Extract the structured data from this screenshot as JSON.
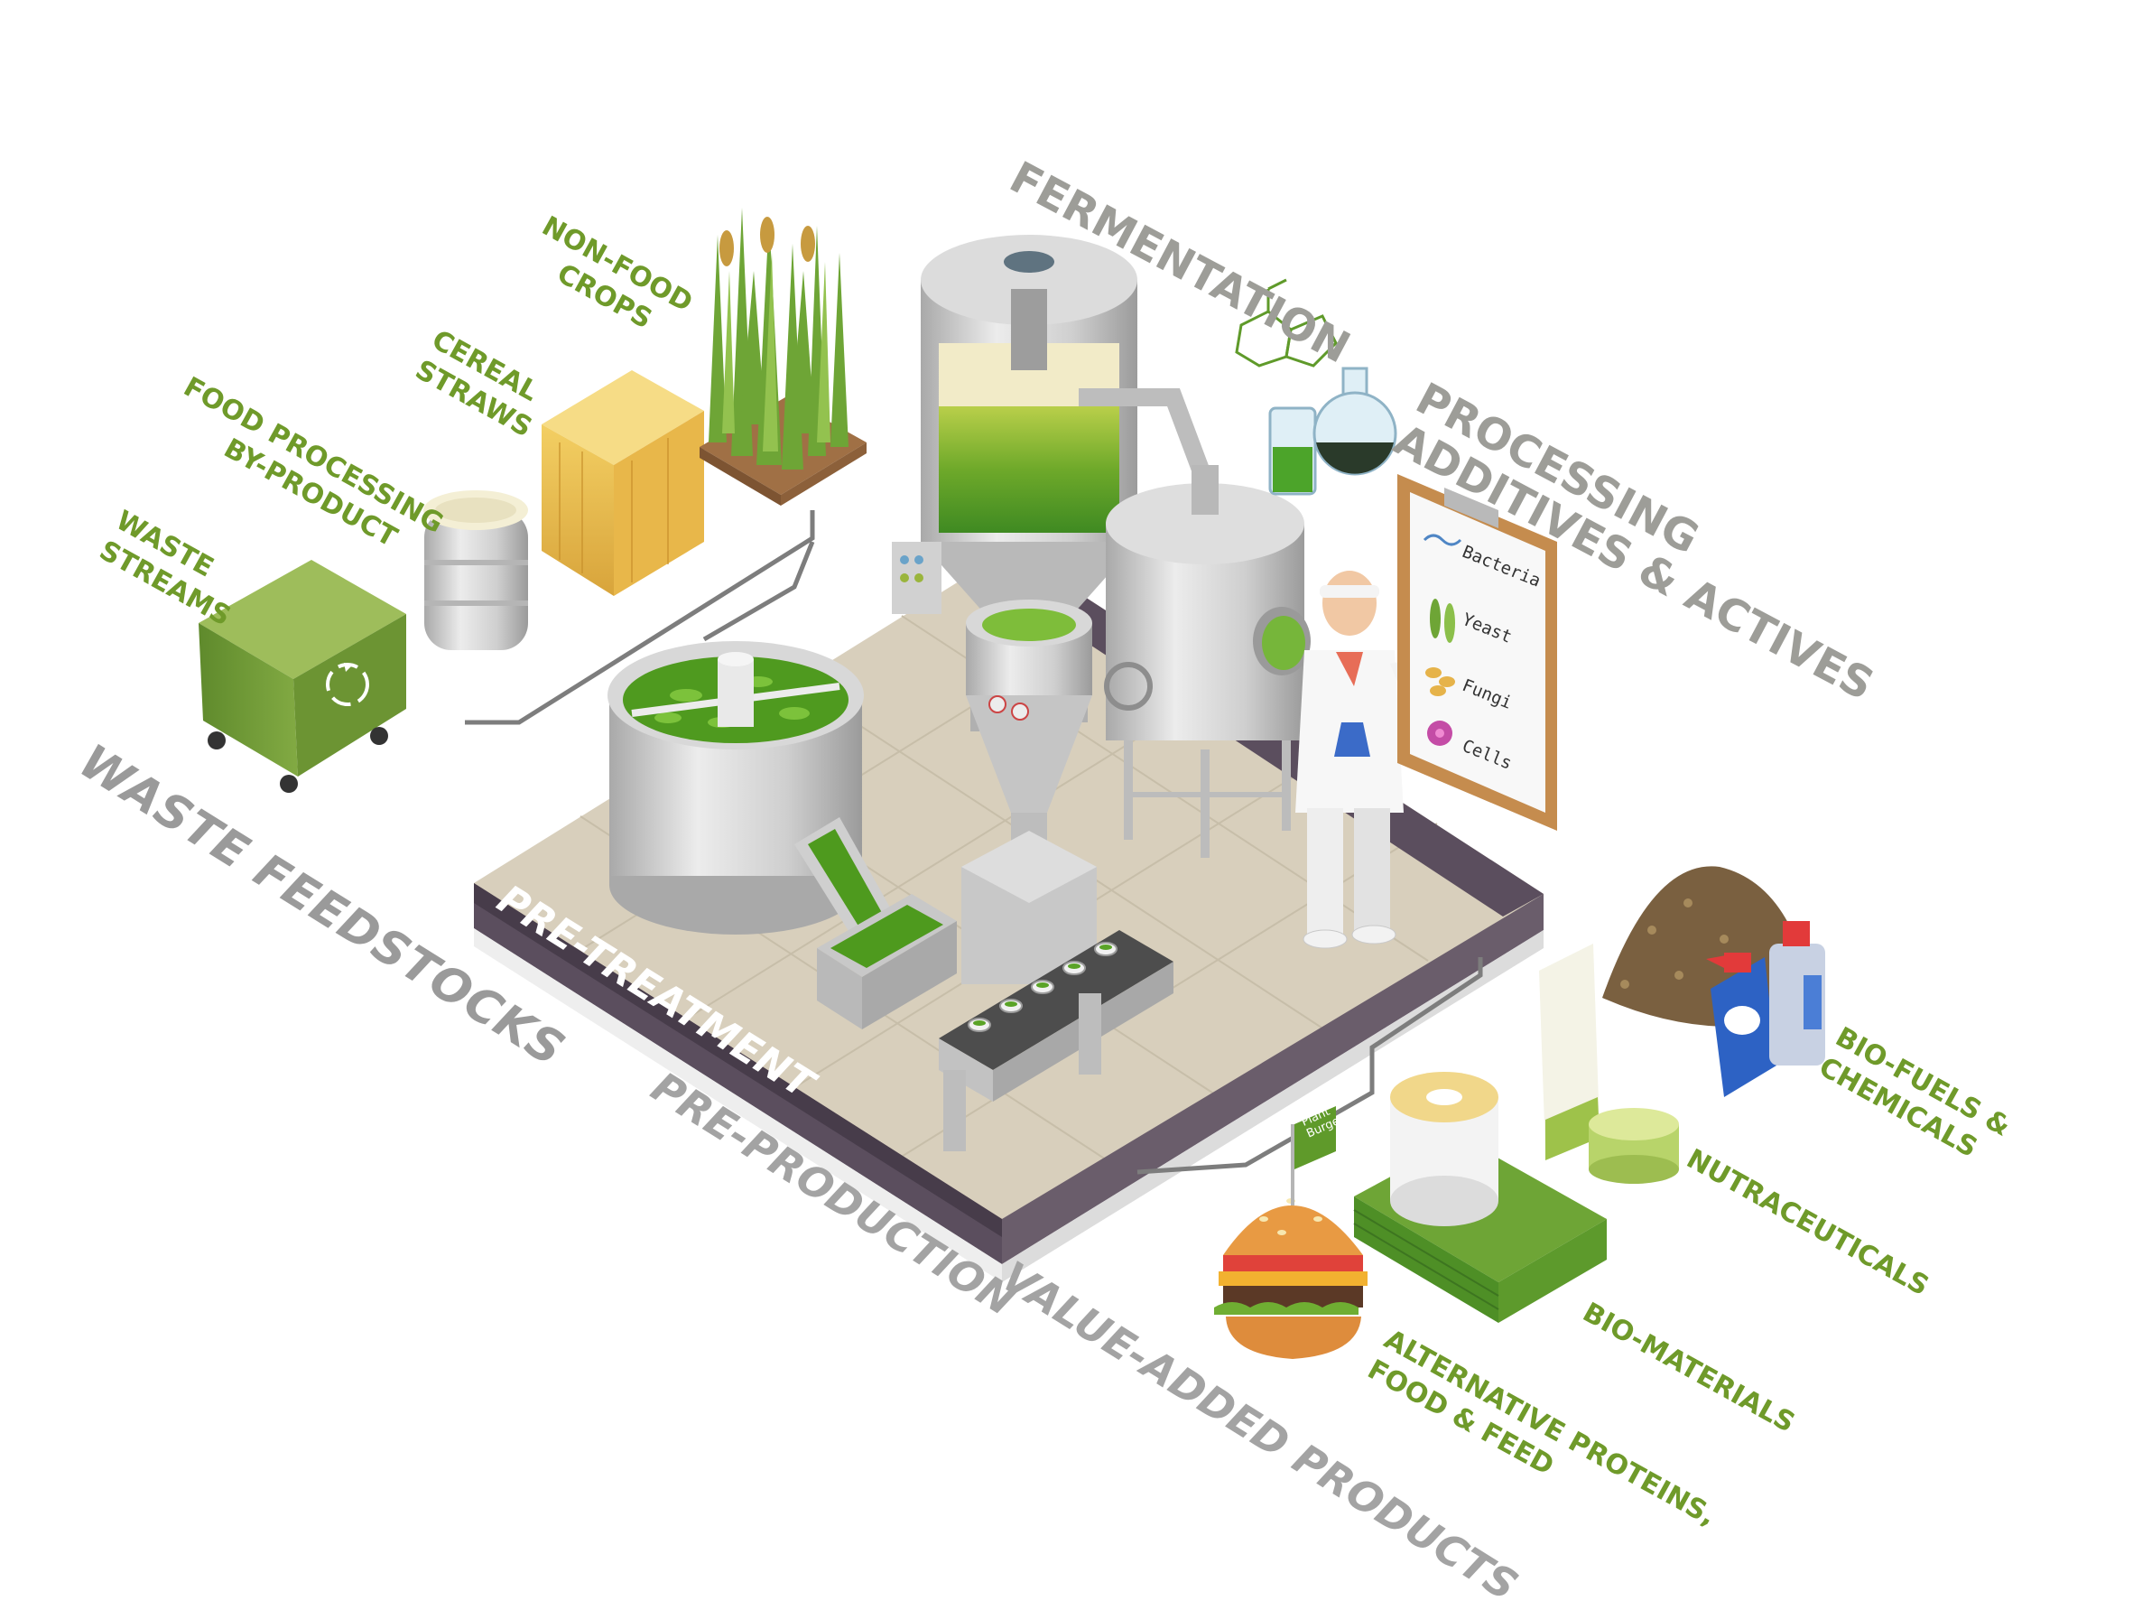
{
  "labels": {
    "waste_streams": [
      "WASTE",
      "STREAMS"
    ],
    "food_processing": [
      "FOOD PROCESSING",
      "BY-PRODUCT"
    ],
    "cereal_straws": [
      "CEREAL",
      "STRAWS"
    ],
    "non_food_crops": [
      "NON-FOOD",
      "CROPS"
    ],
    "fermentation": "FERMENTATION",
    "processing": [
      "PROCESSING",
      "ADDITIVES & ACTIVES"
    ],
    "waste_feedstocks": "WASTE FEEDSTOCKS",
    "pre_treatment": "PRE-TREATMENT",
    "pre_production": "PRE-PRODUCTION",
    "value_added": "VALUE-ADDED PRODUCTS",
    "bio_fuels": [
      "BIO-FUELS &",
      "CHEMICALS"
    ],
    "nutraceuticals": "NUTRACEUTICALS",
    "bio_materials": "BIO-MATERIALS",
    "alt_proteins": [
      "ALTERNATIVE PROTEINS,",
      "FOOD & FEED"
    ]
  },
  "clipboard": [
    "Bacteria",
    "Yeast",
    "Fungi",
    "Cells"
  ],
  "flag_text": [
    "Plant",
    "Burger"
  ],
  "colors": {
    "green_label": "#6f9a2a",
    "gray_label": "#9a9a9a",
    "platform_floor": "#d8cfbc",
    "platform_band": "#5b4e5e",
    "steel": "#c9c9c9",
    "bio_green": "#4e9a1e"
  },
  "icons": [
    "recycle-icon",
    "bacteria-icon",
    "yeast-icon",
    "fungi-icon",
    "cell-icon",
    "molecule-icon"
  ]
}
